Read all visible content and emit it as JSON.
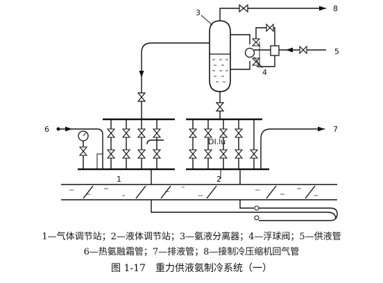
{
  "labels": {
    "n1": "1",
    "n2": "2",
    "n3": "3",
    "n4": "4",
    "n5": "5",
    "n6": "6",
    "n7": "7",
    "n8": "8"
  },
  "legend": {
    "line1": "1—气体调节站；2—液体调节站；3—氨液分离器；4—浮球阀；5—供液管",
    "line2": "6—热氨融霜管；7—排液管；8—接制冷压缩机回气管"
  },
  "figure": {
    "title": "图 1-17　重力供液氨制冷系统（一）"
  }
}
